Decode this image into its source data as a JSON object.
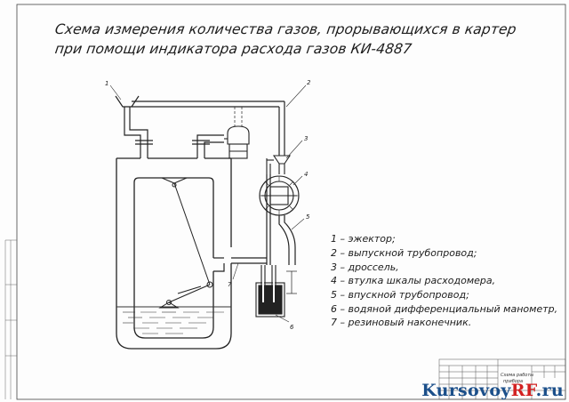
{
  "title": {
    "line1": "Схема измерения количества газов, прорывающихся в картер",
    "line2": "при помощи индикатора расхода газов КИ-4887"
  },
  "callouts": [
    "1",
    "2",
    "3",
    "4",
    "5",
    "6",
    "7"
  ],
  "legend": [
    "1 – эжектор;",
    "2 – выпускной трубопровод;",
    "3 – дроссель,",
    "4 – втулка шкалы расходомера,",
    "5 – впускной трубопровод;",
    "6 – водяной дифференциальный манометр,",
    "7 – резиновый наконечник."
  ],
  "stamp": {
    "drawing_name": "Схема работы",
    "drawing_name_2": "прибора"
  },
  "watermark": {
    "part1": "Kursovoy",
    "part2": "RF",
    "part3": ".ru"
  },
  "colors": {
    "line": "#222222",
    "hatch": "#333333",
    "watermark_blue": "#1b4f8a",
    "watermark_red": "#d32222"
  }
}
